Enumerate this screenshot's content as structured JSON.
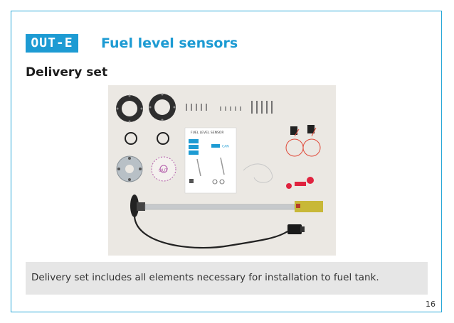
{
  "header": {
    "logo_text": "OUT-E",
    "title": "Fuel level sensors",
    "subtitle": "Delivery set"
  },
  "instruction_sheet": {
    "heading": "FUEL LEVEL SENSOR",
    "can_label": "CAN"
  },
  "caption": "Delivery set includes all elements necessary for installation to fuel tank.",
  "page_number": "16",
  "colors": {
    "brand_blue": "#1d9bd3",
    "caption_bg": "#e6e6e6",
    "photo_bg": "#ebe8e3"
  }
}
